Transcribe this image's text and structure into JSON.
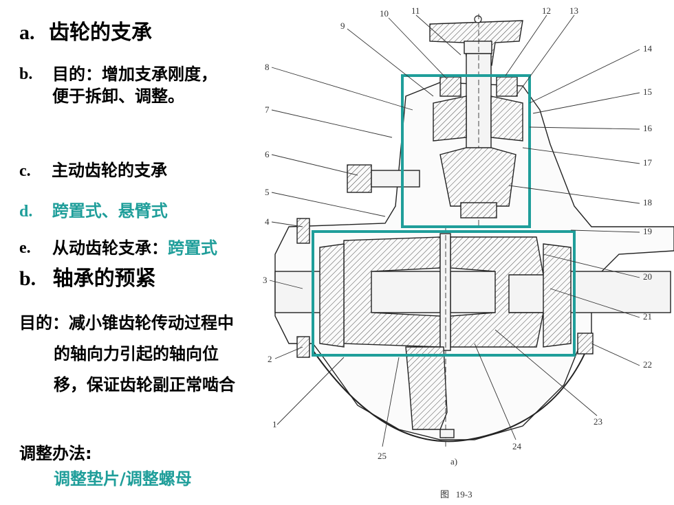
{
  "slide": {
    "items": [
      {
        "marker": "a.",
        "text": "齿轮的支承"
      },
      {
        "marker": "b.",
        "text": "目的：增加支承刚度，便于拆卸、调整。"
      },
      {
        "marker": "c.",
        "text": "主动齿轮的支承"
      },
      {
        "marker": "d.",
        "text": "跨置式、悬臂式"
      },
      {
        "marker": "e.",
        "text": "从动齿轮支承：跨置式"
      }
    ],
    "overlap_heading": {
      "marker": "b.",
      "text": "轴承的预紧"
    },
    "purpose_text": "目的：减小锥齿轮传动过程中的轴向力引起的轴向位移，保证齿轮副正常啮合",
    "method_label": "调整办法:",
    "method_value": "调整垫片/调整螺母",
    "colors": {
      "accent": "#1f9e9a",
      "text": "#000000"
    }
  },
  "figure": {
    "caption": "图   19-3",
    "sub_label": "a)",
    "part_labels": [
      "1",
      "2",
      "3",
      "4",
      "5",
      "6",
      "7",
      "8",
      "9",
      "10",
      "11",
      "12",
      "13",
      "14",
      "15",
      "16",
      "17",
      "18",
      "19",
      "20",
      "21",
      "22",
      "23",
      "24",
      "25"
    ]
  }
}
